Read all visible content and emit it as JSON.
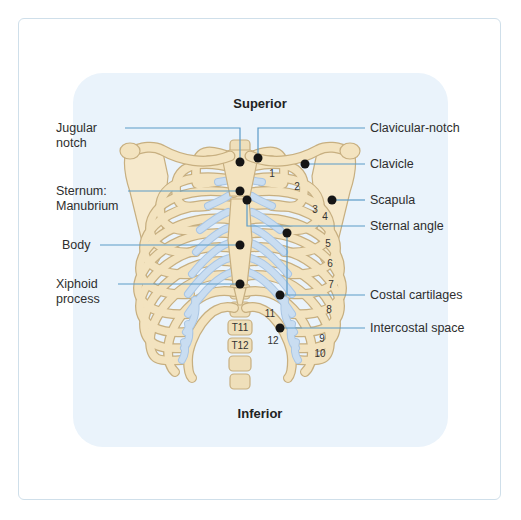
{
  "diagram": {
    "labels": [
      "Superior",
      "Jugular notch",
      "Clavicular-notch",
      "Clavicle",
      "Sternum: Manubrium",
      "Scapula",
      "Sternal angle",
      "Body",
      "Xiphoid process",
      "Costal cartilages",
      "Intercostal space",
      "Inferior",
      "1",
      "2",
      "3",
      "4",
      "5",
      "6",
      "7",
      "8",
      "9",
      "10",
      "11",
      "12",
      "T11",
      "T12"
    ]
  }
}
